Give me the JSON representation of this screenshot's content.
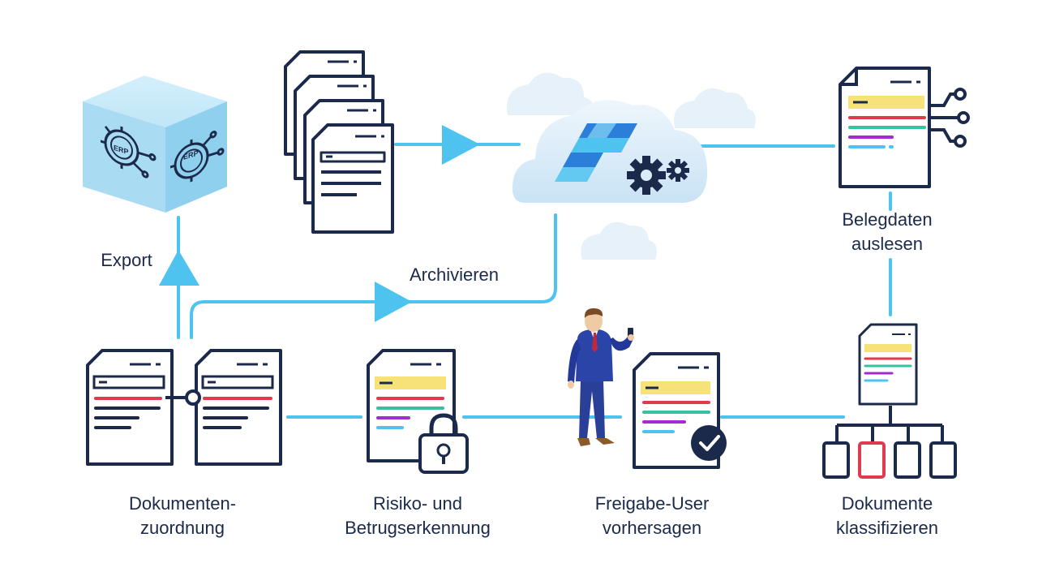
{
  "labels": {
    "export": "Export",
    "archivieren": "Archivieren",
    "belegdaten": [
      "Belegdaten",
      "auslesen"
    ],
    "dokumentenzuordnung": [
      "Dokumenten-",
      "zuordnung"
    ],
    "risiko": [
      "Risiko- und",
      "Betrugserkennung"
    ],
    "freigabe": [
      "Freigabe-User",
      "vorhersagen"
    ],
    "klassifizieren": [
      "Dokumente",
      "klassifizieren"
    ]
  },
  "erp_label": "ERP",
  "colors": {
    "navy": "#1b2a4a",
    "connector": "#4fc3ef",
    "cloud": "#d6eaf7",
    "cube": "#a9dbf3",
    "yellow": "#f7e27a",
    "red": "#e03a4e",
    "green": "#34c2a0",
    "purple": "#a52bd1",
    "cyan": "#4fc3ef"
  },
  "icons": [
    "erp-cube-icon",
    "document-stack-icon",
    "cloud-logo-icon",
    "gears-icon",
    "circuit-document-icon",
    "linked-documents-icon",
    "lock-document-icon",
    "businessman-icon",
    "check-document-icon",
    "hierarchy-icon"
  ]
}
